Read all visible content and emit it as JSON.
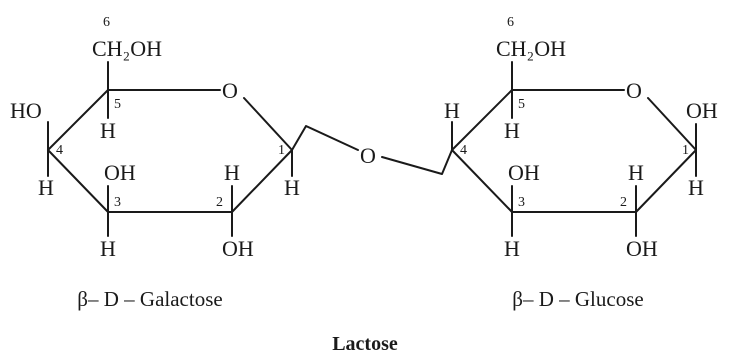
{
  "title": "Lactose",
  "rings": [
    {
      "caption": "β– D – Galactose",
      "ring_oxygen": "O",
      "labels": {
        "c6_number": "6",
        "c6_group": "CH₂OH",
        "c5_number": "5",
        "c5_h": "H",
        "c4_number": "4",
        "c4_upper": "HO",
        "c4_lower": "H",
        "c3_number": "3",
        "c3_upper": "OH",
        "c3_lower": "H",
        "c2_number": "2",
        "c2_upper": "H",
        "c2_lower": "OH",
        "c1_number": "1",
        "c1_lower": "H"
      }
    },
    {
      "caption": "β– D – Glucose",
      "ring_oxygen": "O",
      "labels": {
        "c6_number": "6",
        "c6_group": "CH₂OH",
        "c5_number": "5",
        "c5_h": "H",
        "c4_number": "4",
        "c4_upper": "H",
        "c3_number": "3",
        "c3_upper": "OH",
        "c3_lower": "H",
        "c2_number": "2",
        "c2_upper": "H",
        "c2_lower": "OH",
        "c1_number": "1",
        "c1_upper": "OH",
        "c1_lower": "H"
      }
    }
  ],
  "glycosidic_oxygen": "O"
}
